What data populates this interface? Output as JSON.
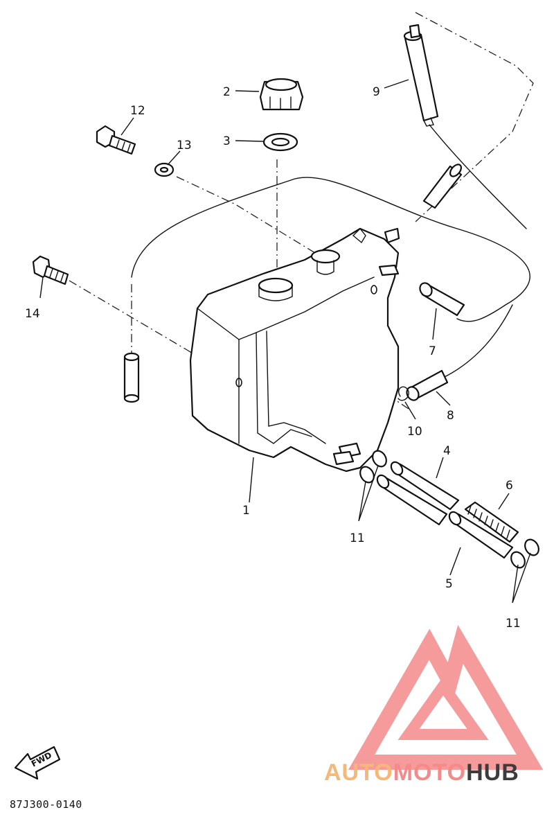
{
  "diagram": {
    "callouts": [
      "1",
      "2",
      "3",
      "4",
      "5",
      "6",
      "7",
      "8",
      "9",
      "10",
      "11",
      "11",
      "12",
      "13",
      "14"
    ],
    "fwd_label": "FWD",
    "reference_code": "87J300-0140"
  },
  "watermark": {
    "part1": "AUTO",
    "part2": "MOTO",
    "part3": "HUB",
    "color_primary": "#f48a8a",
    "color_secondary": "#f5b878",
    "color_dark": "#3c3c3c"
  }
}
